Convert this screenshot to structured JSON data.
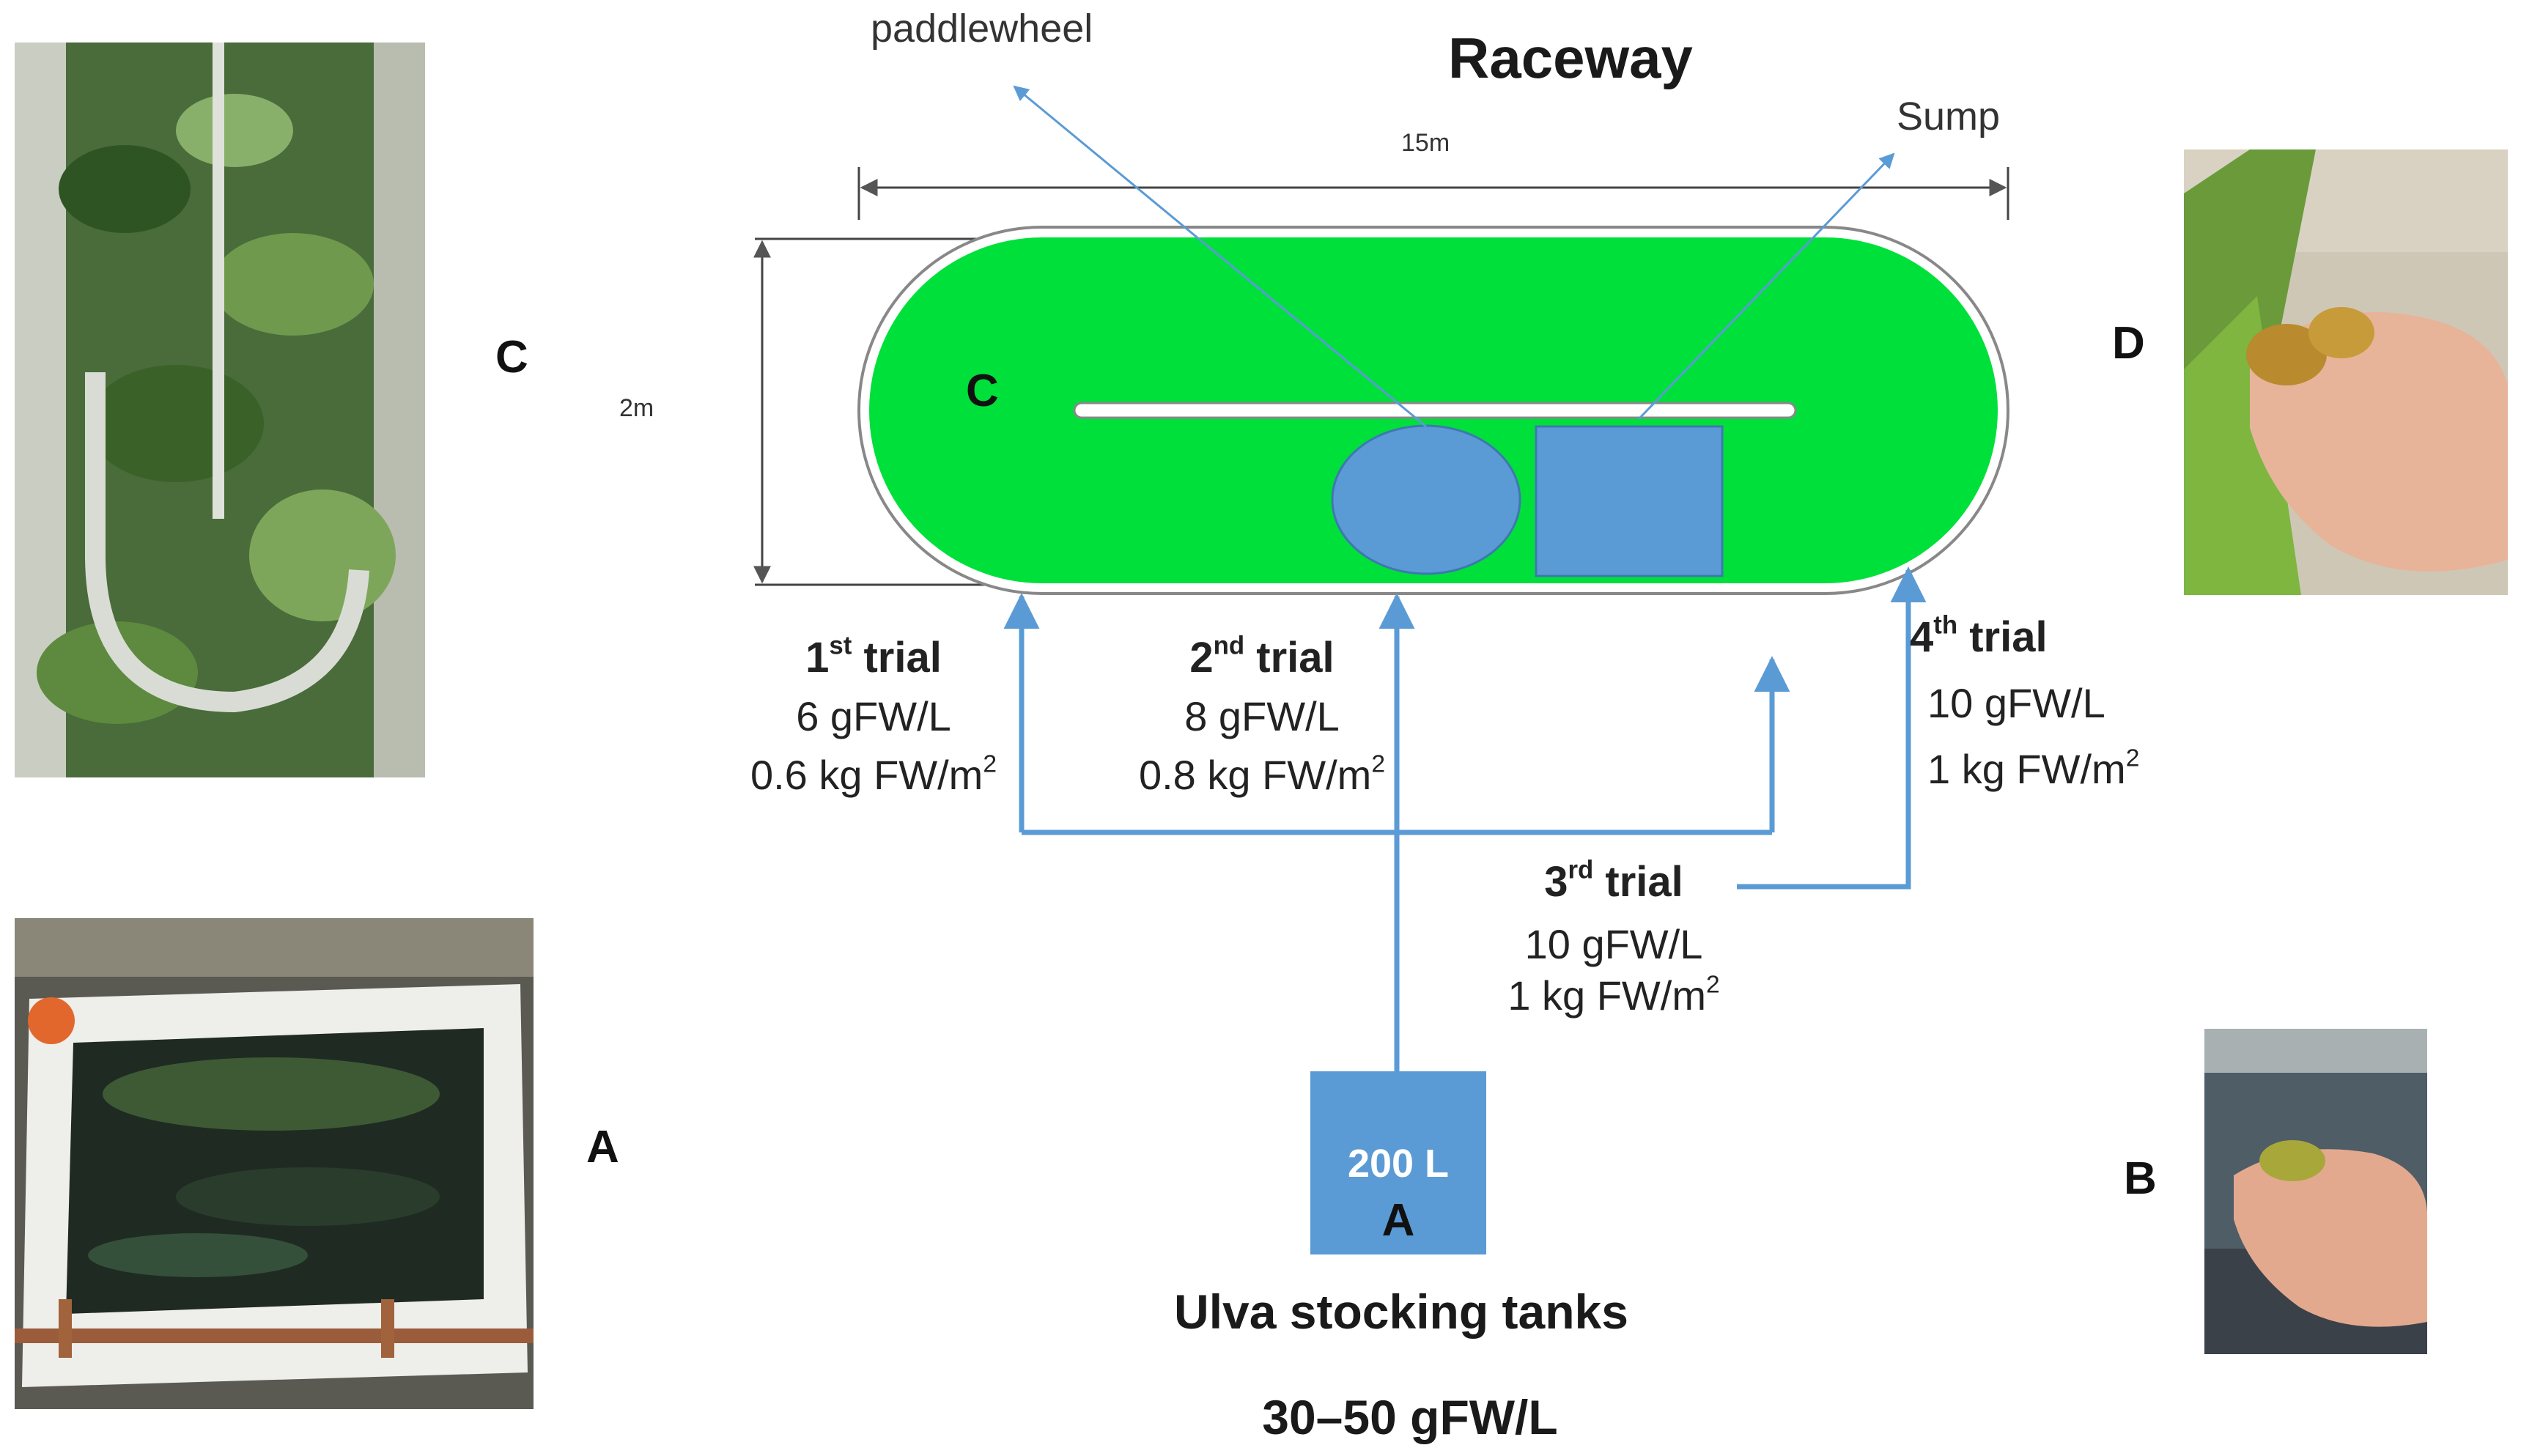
{
  "title": "Raceway",
  "callouts": {
    "paddlewheel": "paddlewheel",
    "sump": "Sump"
  },
  "dimensions": {
    "length": "15m",
    "width": "2m"
  },
  "raceway_label": "C",
  "photo_labels": {
    "top_left": "C",
    "bottom_left": "A",
    "top_right": "D",
    "bottom_right": "B"
  },
  "trials": [
    {
      "ordinal": "1",
      "suffix": "st",
      "word": "trial",
      "density": "6 gFW/L",
      "area_value": "0.6 kg FW/m",
      "area_exp": "2"
    },
    {
      "ordinal": "2",
      "suffix": "nd",
      "word": "trial",
      "density": "8 gFW/L",
      "area_value": "0.8 kg FW/m",
      "area_exp": "2"
    },
    {
      "ordinal": "3",
      "suffix": "rd",
      "word": "trial",
      "density": "10 gFW/L",
      "area_value": "1 kg FW/m",
      "area_exp": "2"
    },
    {
      "ordinal": "4",
      "suffix": "th",
      "word": "trial",
      "density": "10 gFW/L",
      "area_value": "1 kg FW/m",
      "area_exp": "2"
    }
  ],
  "tank": {
    "volume": "200 L",
    "label": "A"
  },
  "stocking": {
    "title": "Ulva stocking tanks",
    "density": "30–50 gFW/L"
  },
  "colors": {
    "raceway_fill": "#00e03a",
    "flow_arrow": "#5b9bd5",
    "equipment_fill": "#5b9bd5"
  }
}
